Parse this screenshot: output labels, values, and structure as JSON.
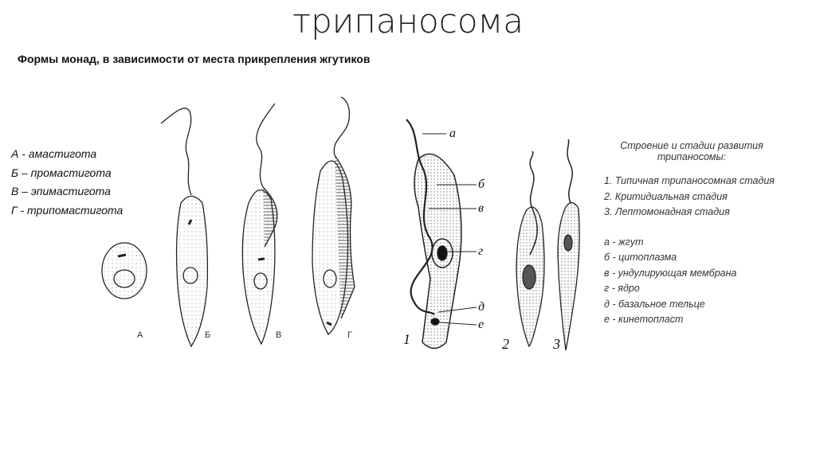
{
  "title": "трипаносома",
  "subtitle": "Формы монад, в зависимости от места прикрепления жгутиков",
  "forms": [
    "А - амастигота",
    "Б – промастигота",
    "В – эпимастигота",
    "Г -  трипомастигота"
  ],
  "figure_labels": [
    "А",
    "Б",
    "В",
    "Г"
  ],
  "stage_numbers": [
    "1",
    "2",
    "3"
  ],
  "part_letters": [
    "а",
    "б",
    "в",
    "г",
    "д",
    "е"
  ],
  "legend": {
    "heading_line1": "Строение и стадии развития",
    "heading_line2": "трипаносомы:",
    "stages": [
      "1. Типичная трипаносомная стадия",
      "2. Критидиальная стадия",
      "3. Лептомонадная стадия"
    ],
    "parts": [
      "а - жгут",
      "б - цитоплазма",
      "в - ундулирующая мембрана",
      "г - ядро",
      "д - базальное тельце",
      "е - кинетопласт"
    ]
  }
}
